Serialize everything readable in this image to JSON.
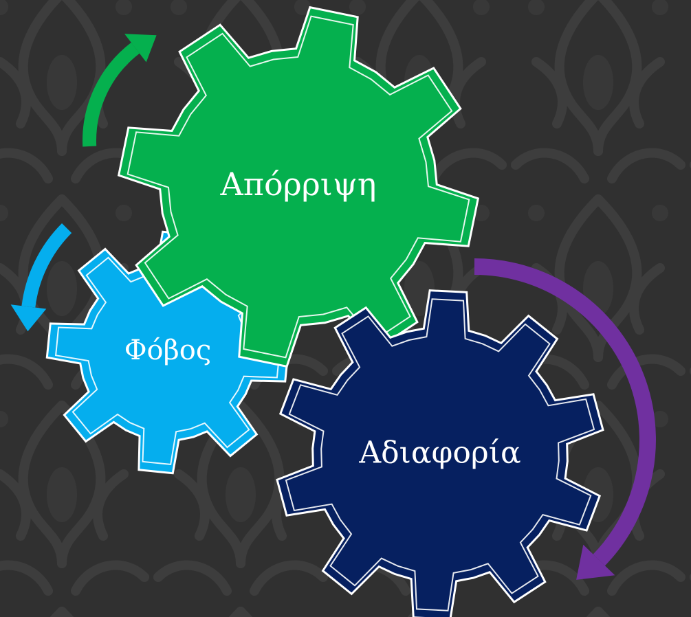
{
  "background": {
    "color": "#303030",
    "pattern": "damask",
    "pattern_color": "#3b3b3b"
  },
  "gears": [
    {
      "id": "rejection",
      "label": "Απόρριψη",
      "color": "#05b04e"
    },
    {
      "id": "fear",
      "label": "Φόβος",
      "color": "#05aeee"
    },
    {
      "id": "indifference",
      "label": "Αδιαφορία",
      "color": "#062060"
    }
  ],
  "arrows": [
    {
      "id": "rejection-arrow",
      "color": "#05b04e",
      "direction": "clockwise"
    },
    {
      "id": "fear-arrow",
      "color": "#05aeee",
      "direction": "counterclockwise"
    },
    {
      "id": "indifference-arrow",
      "color": "#7030a0",
      "direction": "clockwise"
    }
  ]
}
